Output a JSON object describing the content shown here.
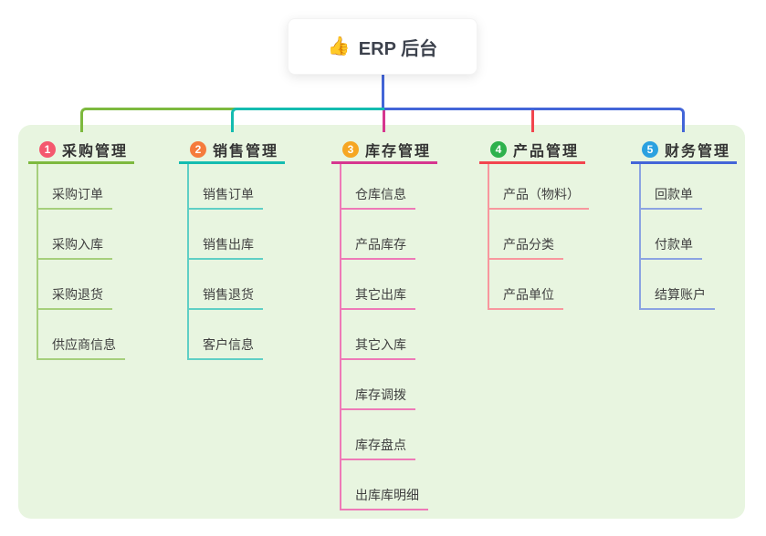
{
  "root": {
    "icon": "👍",
    "title": "ERP 后台"
  },
  "colors": {
    "panel_bg": "#e8f5e0",
    "root_line": "#4365d8"
  },
  "branches": [
    {
      "badge": "1",
      "label": "采购管理",
      "badge_color": "#f4586e",
      "line_color": "#7db93e",
      "child_line_color": "#a6cf7c",
      "children": [
        "采购订单",
        "采购入库",
        "采购退货",
        "供应商信息"
      ]
    },
    {
      "badge": "2",
      "label": "销售管理",
      "badge_color": "#f57b3c",
      "line_color": "#14bcb0",
      "child_line_color": "#5fcfc5",
      "children": [
        "销售订单",
        "销售出库",
        "销售退货",
        "客户信息"
      ]
    },
    {
      "badge": "3",
      "label": "库存管理",
      "badge_color": "#f6a623",
      "line_color": "#d6368f",
      "child_line_color": "#ee79b7",
      "children": [
        "仓库信息",
        "产品库存",
        "其它出库",
        "其它入库",
        "库存调拨",
        "库存盘点",
        "出库库明细"
      ]
    },
    {
      "badge": "4",
      "label": "产品管理",
      "badge_color": "#2eb14c",
      "line_color": "#f2454e",
      "child_line_color": "#f8979e",
      "children": [
        "产品（物料）",
        "产品分类",
        "产品单位"
      ]
    },
    {
      "badge": "5",
      "label": "财务管理",
      "badge_color": "#2ba1e0",
      "line_color": "#4365d8",
      "child_line_color": "#8ba3e2",
      "children": [
        "回款单",
        "付款单",
        "结算账户"
      ]
    }
  ]
}
